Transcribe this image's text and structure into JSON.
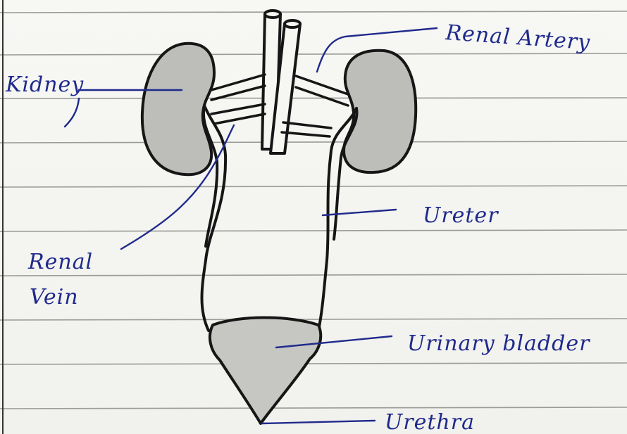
{
  "diagram": {
    "labels": {
      "renal_artery": "Renal Artery",
      "kidney": "Kidney",
      "ureter": "Ureter",
      "renal_vein_line1": "Renal",
      "renal_vein_line2": "Vein",
      "urinary_bladder": "Urinary bladder",
      "urethra": "Urethra"
    },
    "colors": {
      "ink": "#1f2a8c",
      "outline": "#161616",
      "shading": "#b9b9b6",
      "paper": "#f4f4f1",
      "rule": "#9a9a98"
    }
  }
}
